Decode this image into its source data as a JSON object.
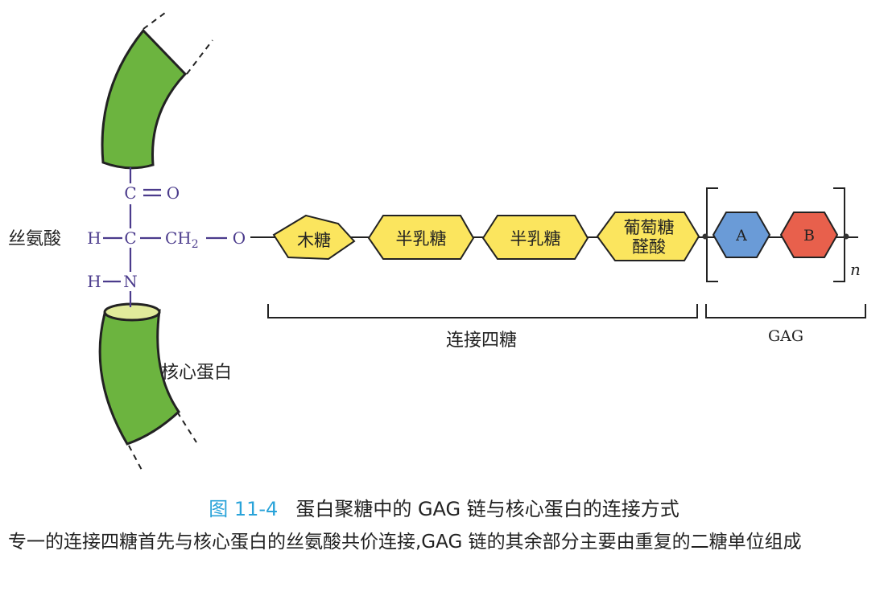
{
  "colors": {
    "protein_green": "#6cb43f",
    "protein_top": "#e1eb9b",
    "sugar_yellow": "#fbe55e",
    "unit_a": "#6a9bd7",
    "unit_b": "#e8604c",
    "atom_purple": "#4b3b8c",
    "caption_blue": "#29a3d9"
  },
  "amino_acid": {
    "name": "丝氨酸",
    "carbonyl_c": "C",
    "carbonyl_o": "O",
    "h_left": "H",
    "alpha_c": "C",
    "ch2": "CH",
    "ch2_sub": "2",
    "oxygen": "O",
    "h_amide": "H",
    "nitrogen": "N"
  },
  "core_protein_label": "核心蛋白",
  "linker_sugars": [
    {
      "label": "木糖"
    },
    {
      "label": "半乳糖"
    },
    {
      "label": "半乳糖"
    },
    {
      "label_line1": "葡萄糖",
      "label_line2": "醛酸"
    }
  ],
  "repeat_units": [
    {
      "label": "A"
    },
    {
      "label": "B"
    }
  ],
  "repeat_subscript": "n",
  "brace_labels": {
    "tetrasaccharide": "连接四糖",
    "gag": "GAG"
  },
  "caption": {
    "number": "图 11-4",
    "title": "蛋白聚糖中的 GAG 链与核心蛋白的连接方式"
  },
  "description": "专一的连接四糖首先与核心蛋白的丝氨酸共价连接,GAG 链的其余部分主要由重复的二糖单位组成"
}
